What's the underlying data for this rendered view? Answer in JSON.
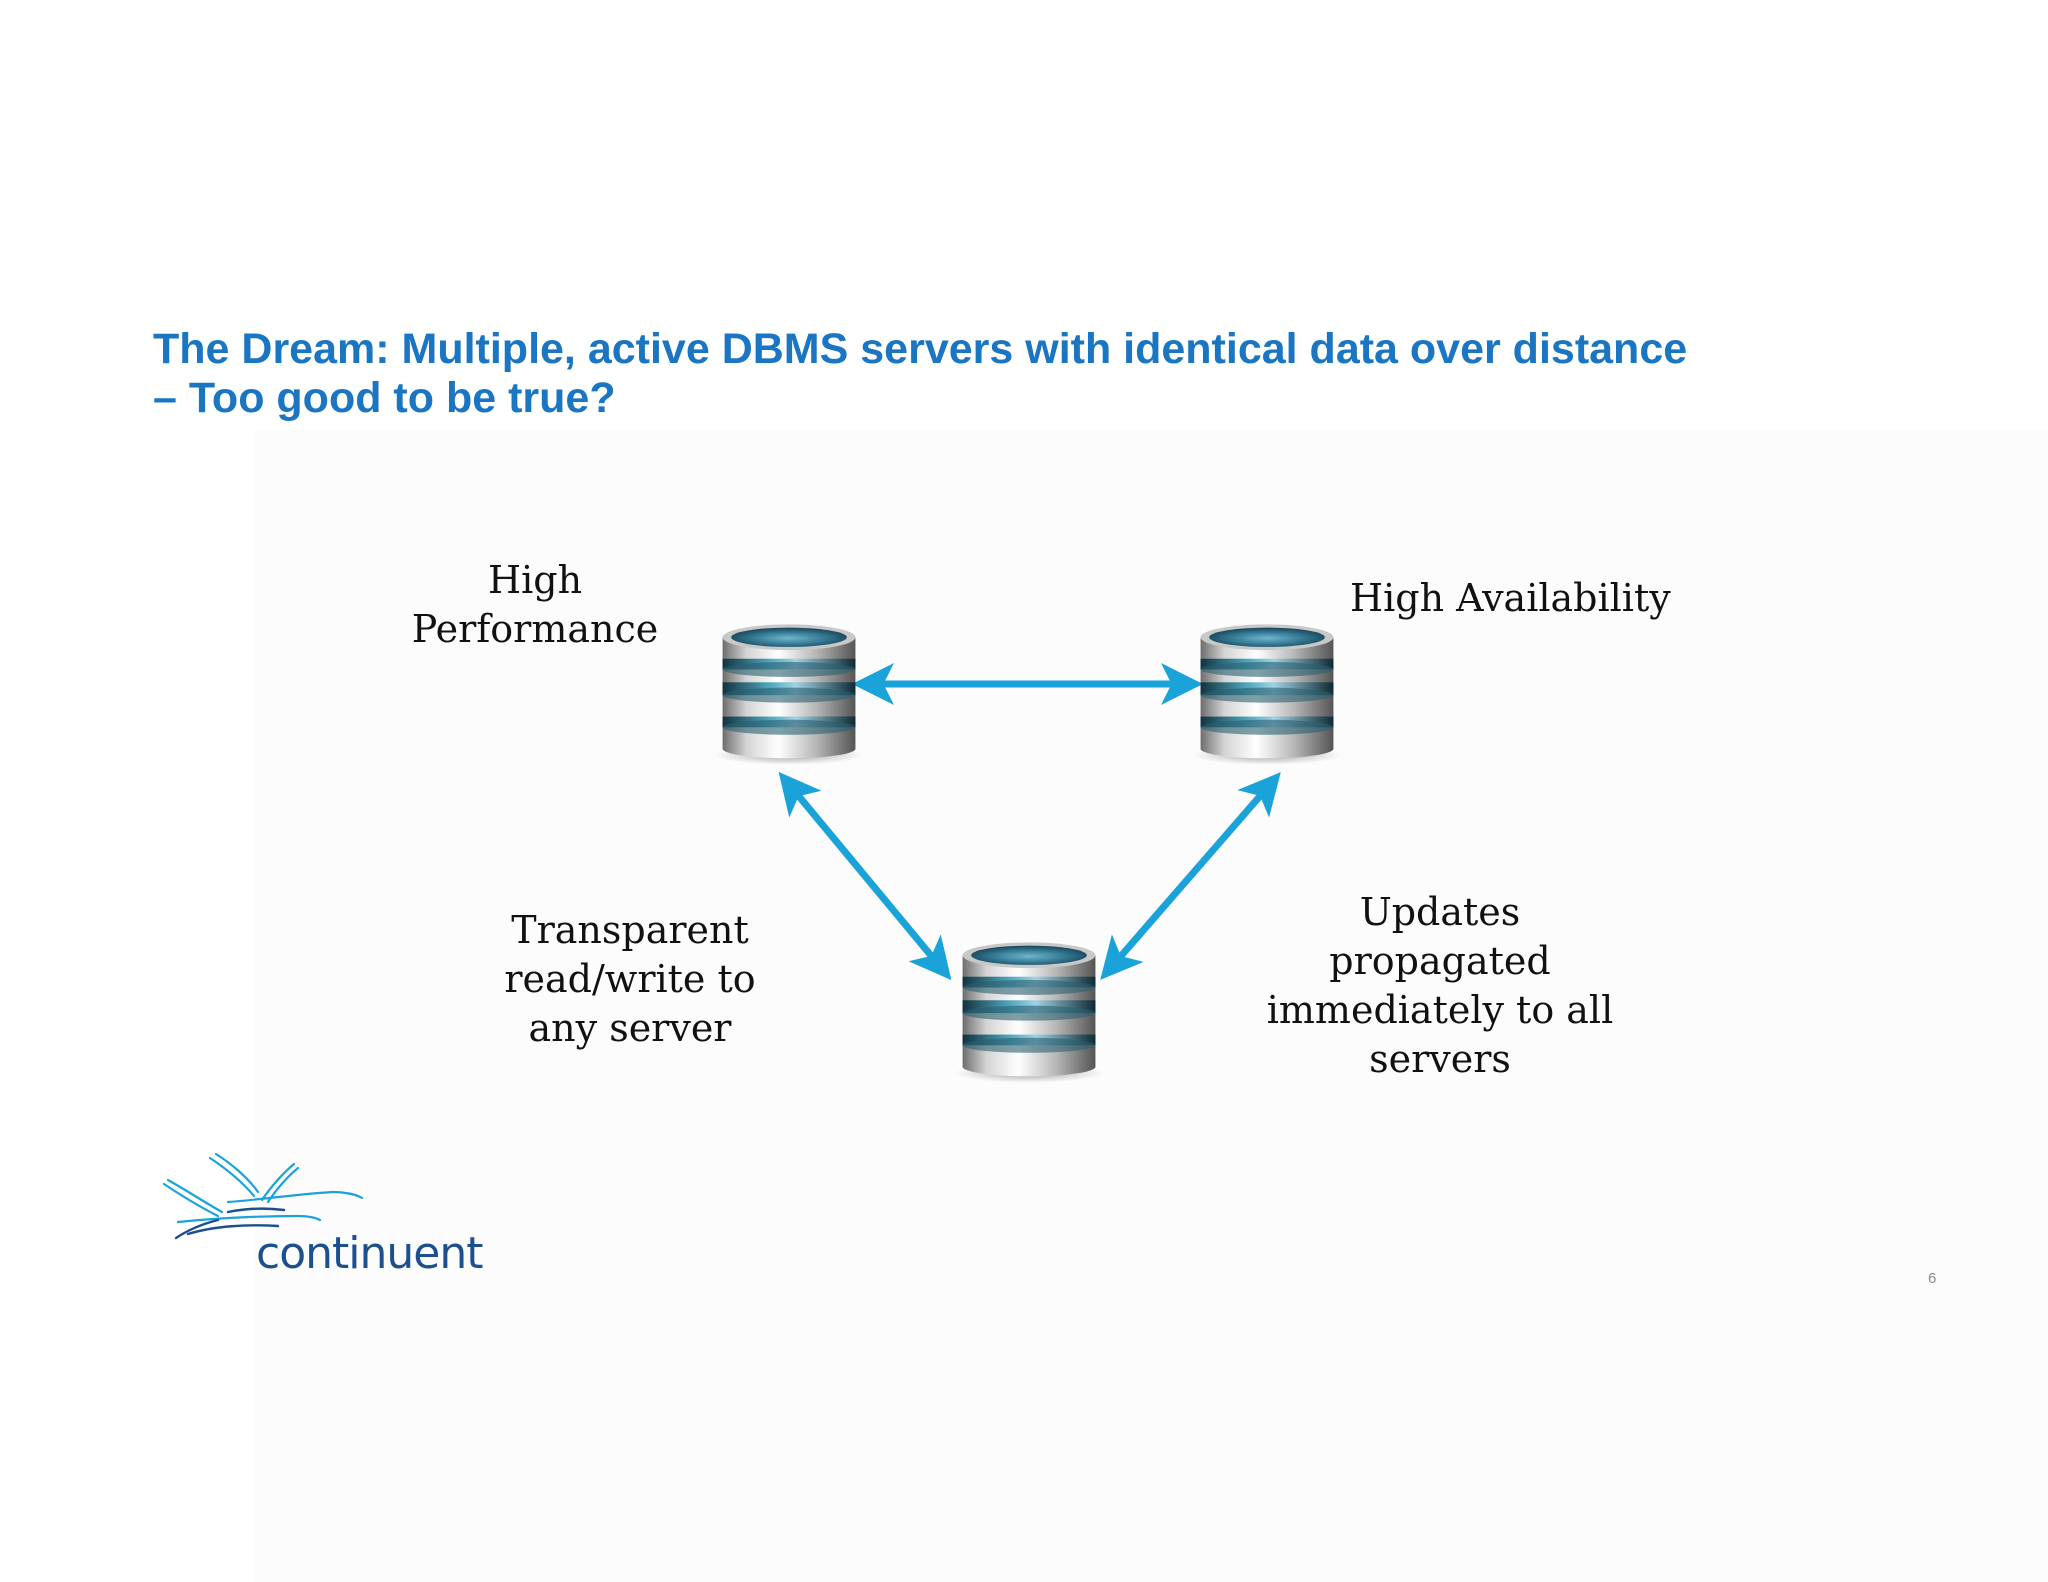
{
  "slide": {
    "title_lines": [
      "The Dream: Multiple, active DBMS servers with identical data over distance",
      "– Too good to be true?"
    ],
    "page_number": "6"
  },
  "diagram": {
    "labels": {
      "high_performance": [
        "High",
        "Performance"
      ],
      "high_availability": [
        "High Availability"
      ],
      "transparent_rw": [
        "Transparent",
        "read/write to",
        "any server"
      ],
      "updates_propagated": [
        "Updates",
        "propagated",
        "immediately to all",
        "servers"
      ]
    },
    "nodes": [
      {
        "id": "server-left",
        "icon": "database-icon"
      },
      {
        "id": "server-right",
        "icon": "database-icon"
      },
      {
        "id": "server-bottom",
        "icon": "database-icon"
      }
    ],
    "edges": [
      {
        "from": "server-left",
        "to": "server-right",
        "style": "double-arrow"
      },
      {
        "from": "server-left",
        "to": "server-bottom",
        "style": "double-arrow"
      },
      {
        "from": "server-right",
        "to": "server-bottom",
        "style": "double-arrow"
      }
    ],
    "colors": {
      "arrow": "#1aa3d9",
      "title": "#1a75c2",
      "logo": "#1c4f8f"
    }
  },
  "logo": {
    "text": "continuent",
    "icon": "birds-logo-icon"
  }
}
